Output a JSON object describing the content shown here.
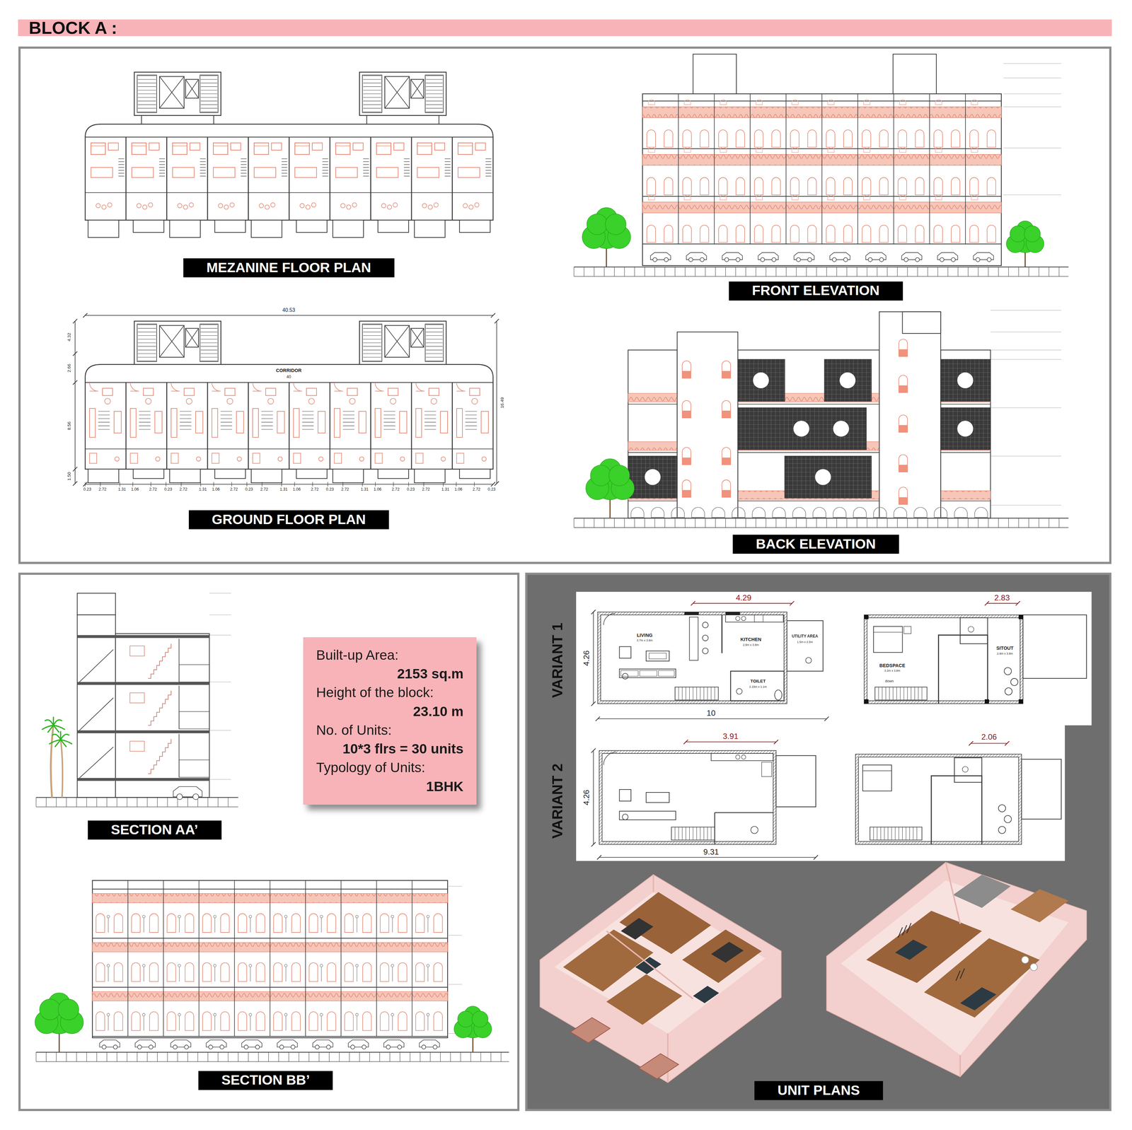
{
  "diagram": {
    "title": "BLOCK A :",
    "nodes": [
      {
        "text": [
          "MEZANINE FLOOR PLAN"
        ]
      },
      {
        "text": [
          "FRONT ELEVATION"
        ]
      },
      {
        "text": [
          "GROUND FLOOR PLAN"
        ]
      },
      {
        "text": [
          "BACK ELEVATION"
        ]
      },
      {
        "text": [
          "SECTION AA’"
        ]
      },
      {
        "text": [
          "Built-up Area:",
          "2153 sq.m",
          "Height of the block:",
          "23.10 m",
          "No. of Units:",
          "10*3 flrs = 30 units",
          "Typology of Units:",
          "1BHK"
        ]
      },
      {
        "text": [
          "SECTION BB’"
        ]
      },
      {
        "text": [
          "UNIT PLANS"
        ]
      }
    ],
    "labels": [
      "40.53",
      "CORRIDOR",
      "40",
      "4.32",
      "2.66",
      "8.56",
      "1.50",
      "16.49",
      "0.23",
      "2.72",
      "1.31",
      "1.06",
      "2.72",
      "0.23",
      "2.72",
      "1.31",
      "1.06",
      "2.72",
      "0.23",
      "2.72",
      "1.31",
      "1.06",
      "2.72",
      "0.23",
      "2.72",
      "1.31",
      "1.06",
      "2.72",
      "0.23",
      "2.72",
      "1.31",
      "1.06",
      "2.72",
      "0.23",
      "VARIANT 1",
      "VARIANT 2",
      "4.29",
      "2.83",
      "3.91",
      "2.06",
      "4.26",
      "10",
      "4.26",
      "9.31",
      "LIVING",
      "3.7m x 3.8m",
      "KITCHEN",
      "2.9m x 3.8m",
      "UTILITY AREA",
      "1.5m x 2.5m",
      "TOILET",
      "2.15m x 1.1m",
      "BEDSPACE",
      "3.2m x 3.8m",
      "SITOUT",
      "2.8m x 3.8m",
      "down"
    ]
  }
}
